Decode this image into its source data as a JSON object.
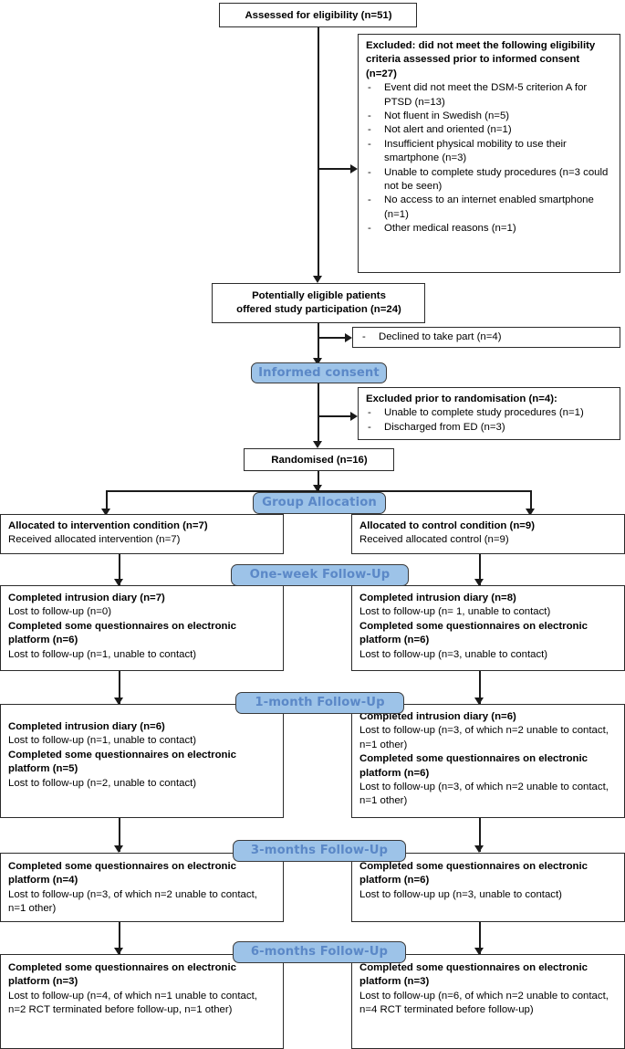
{
  "diagram": {
    "title": "CONSORT participant flow diagram",
    "accent_pill_fill": "#9dc3e8",
    "accent_pill_text": "#5b88c7",
    "line_color": "#1a1a1a",
    "box_border": "#2b2b2b"
  },
  "nodes": {
    "assessed": {
      "label": "Assessed for eligibility (n=51)"
    },
    "excluded_eligibility": {
      "heading": "Excluded: did not meet the following eligibility criteria assessed prior to informed consent (n=27)",
      "items": [
        "Event did not meet the DSM-5 criterion A for PTSD (n=13)",
        "Not fluent in Swedish (n=5)",
        "Not alert and oriented (n=1)",
        "Insufficient physical mobility to use their smartphone (n=3)",
        "Unable to complete study procedures (n=3 could not be seen)",
        "No access to an internet enabled smartphone (n=1)",
        "Other medical reasons (n=1)"
      ]
    },
    "potentially_eligible": {
      "line1": "Potentially eligible patients",
      "line2": "offered study participation (n=24)"
    },
    "declined": {
      "items": [
        "Declined to take part (n=4)"
      ]
    },
    "excluded_randomisation": {
      "heading": "Excluded prior to randomisation (n=4):",
      "items": [
        "Unable to complete study procedures (n=1)",
        "Discharged from ED (n=3)"
      ]
    },
    "randomised": {
      "label": "Randomised (n=16)"
    },
    "allocation_left": {
      "lines": [
        {
          "text": "Allocated to intervention condition (n=7)",
          "bold": true
        },
        {
          "text": "Received allocated intervention (n=7)",
          "bold": false
        }
      ]
    },
    "allocation_right": {
      "lines": [
        {
          "text": "Allocated to control condition (n=9)",
          "bold": true
        },
        {
          "text": "Received allocated control (n=9)",
          "bold": false
        }
      ]
    },
    "oneweek_left": {
      "lines": [
        {
          "text": "Completed intrusion diary (n=7)",
          "bold": true
        },
        {
          "text": "Lost to follow-up (n=0)",
          "bold": false
        },
        {
          "text": "Completed some questionnaires on electronic platform (n=6)",
          "bold": true
        },
        {
          "text": "Lost to follow-up (n=1, unable to contact)",
          "bold": false
        }
      ]
    },
    "oneweek_right": {
      "lines": [
        {
          "text": "Completed intrusion diary (n=8)",
          "bold": true
        },
        {
          "text": "Lost to follow-up (n= 1, unable to contact)",
          "bold": false
        },
        {
          "text": "Completed some questionnaires on electronic platform (n=6)",
          "bold": true
        },
        {
          "text": "Lost to follow-up (n=3, unable to contact)",
          "bold": false
        }
      ]
    },
    "onemonth_left": {
      "lines": [
        {
          "text": "Completed intrusion diary (n=6)",
          "bold": true
        },
        {
          "text": "Lost to follow-up (n=1, unable to contact)",
          "bold": false
        },
        {
          "text": "Completed some questionnaires on electronic platform (n=5)",
          "bold": true
        },
        {
          "text": "Lost to follow-up (n=2, unable to contact)",
          "bold": false
        }
      ]
    },
    "onemonth_right": {
      "lines": [
        {
          "text": "Completed intrusion diary (n=6)",
          "bold": true
        },
        {
          "text": "Lost to follow-up (n=3, of which n=2 unable to contact, n=1 other)",
          "bold": false
        },
        {
          "text": "Completed some questionnaires on electronic platform (n=6)",
          "bold": true
        },
        {
          "text": "Lost to follow-up (n=3, of which n=2 unable to contact, n=1 other)",
          "bold": false
        }
      ]
    },
    "threemonths_left": {
      "lines": [
        {
          "text": "Completed some questionnaires on electronic platform (n=4)",
          "bold": true
        },
        {
          "text": "Lost to follow-up (n=3, of which n=2 unable to contact, n=1 other)",
          "bold": false
        }
      ]
    },
    "threemonths_right": {
      "lines": [
        {
          "text": "Completed some questionnaires on electronic platform (n=6)",
          "bold": true
        },
        {
          "text": "Lost to follow-up up (n=3, unable to contact)",
          "bold": false
        }
      ]
    },
    "sixmonths_left": {
      "lines": [
        {
          "text": "Completed some questionnaires on electronic platform (n=3)",
          "bold": true
        },
        {
          "text": "Lost to follow-up (n=4, of which n=1 unable to contact, n=2 RCT terminated before follow-up, n=1 other)",
          "bold": false
        }
      ]
    },
    "sixmonths_right": {
      "lines": [
        {
          "text": "Completed some questionnaires on electronic platform (n=3)",
          "bold": true
        },
        {
          "text": "Lost to follow-up (n=6, of which n=2 unable to contact, n=4 RCT terminated before follow-up)",
          "bold": false
        }
      ]
    }
  },
  "stage_pills": [
    {
      "id": "informed-consent",
      "label": "Informed consent"
    },
    {
      "id": "group-allocation",
      "label": "Group Allocation"
    },
    {
      "id": "one-week-follow-up",
      "label": "One-week Follow-Up"
    },
    {
      "id": "one-month-follow-up",
      "label": "1-month Follow-Up"
    },
    {
      "id": "three-months-follow-up",
      "label": "3-months Follow-Up"
    },
    {
      "id": "six-months-follow-up",
      "label": "6-months Follow-Up"
    }
  ]
}
